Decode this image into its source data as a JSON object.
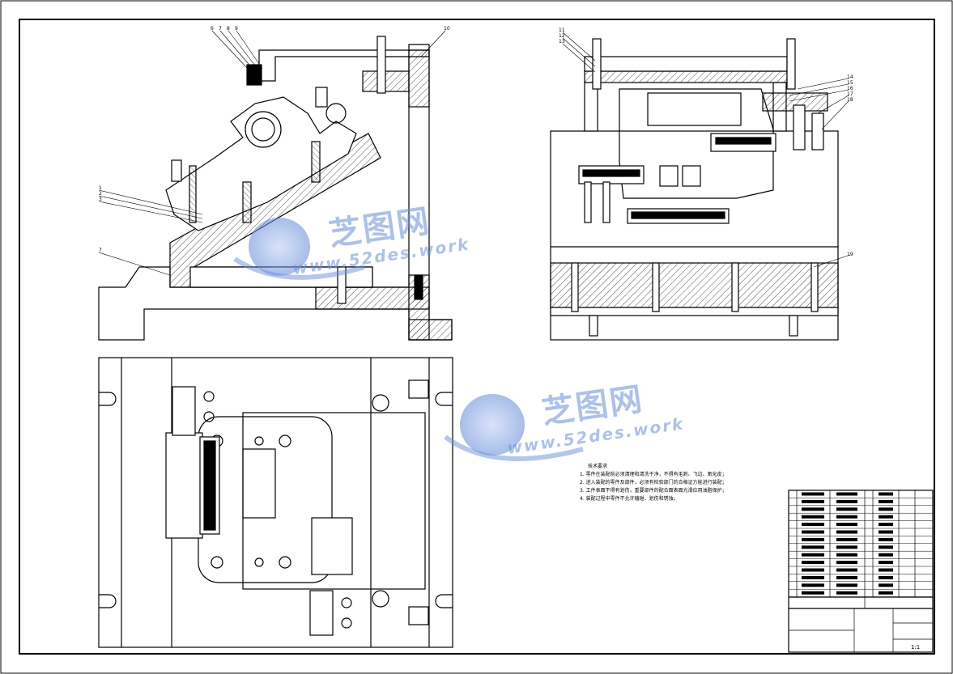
{
  "watermark": {
    "brand": "芝图网",
    "url": "www.52des.work"
  },
  "technical_notes": {
    "title": "技术要求",
    "items": [
      "1. 零件在装配前必须清理和清洗干净，不得有毛刺、飞边、氧化皮；",
      "2. 进入装配的零件及部件，必须有检验部门的合格证方能进行装配；",
      "3. 工件表面不得有划伤，重要部件的配合面表面光滑应用油脂保护；",
      "4. 装配过程中零件不允许磕碰、划伤和锈蚀。"
    ]
  },
  "balloons": {
    "front_top": [
      "6",
      "7",
      "8",
      "9"
    ],
    "front_left": [
      "1",
      "2",
      "3"
    ],
    "front_base": [
      "7"
    ],
    "front_right_top": [
      "10"
    ],
    "side_left": [
      "11",
      "12",
      "13"
    ],
    "side_right": [
      "14",
      "15",
      "16",
      "17",
      "18"
    ],
    "side_bottom": [
      "19"
    ]
  },
  "title_block": {
    "scale_label": "1:1"
  },
  "colors": {
    "line": "#000000",
    "hatch": "#000000",
    "paper": "#ffffff",
    "watermark": "#6a8fd8"
  }
}
